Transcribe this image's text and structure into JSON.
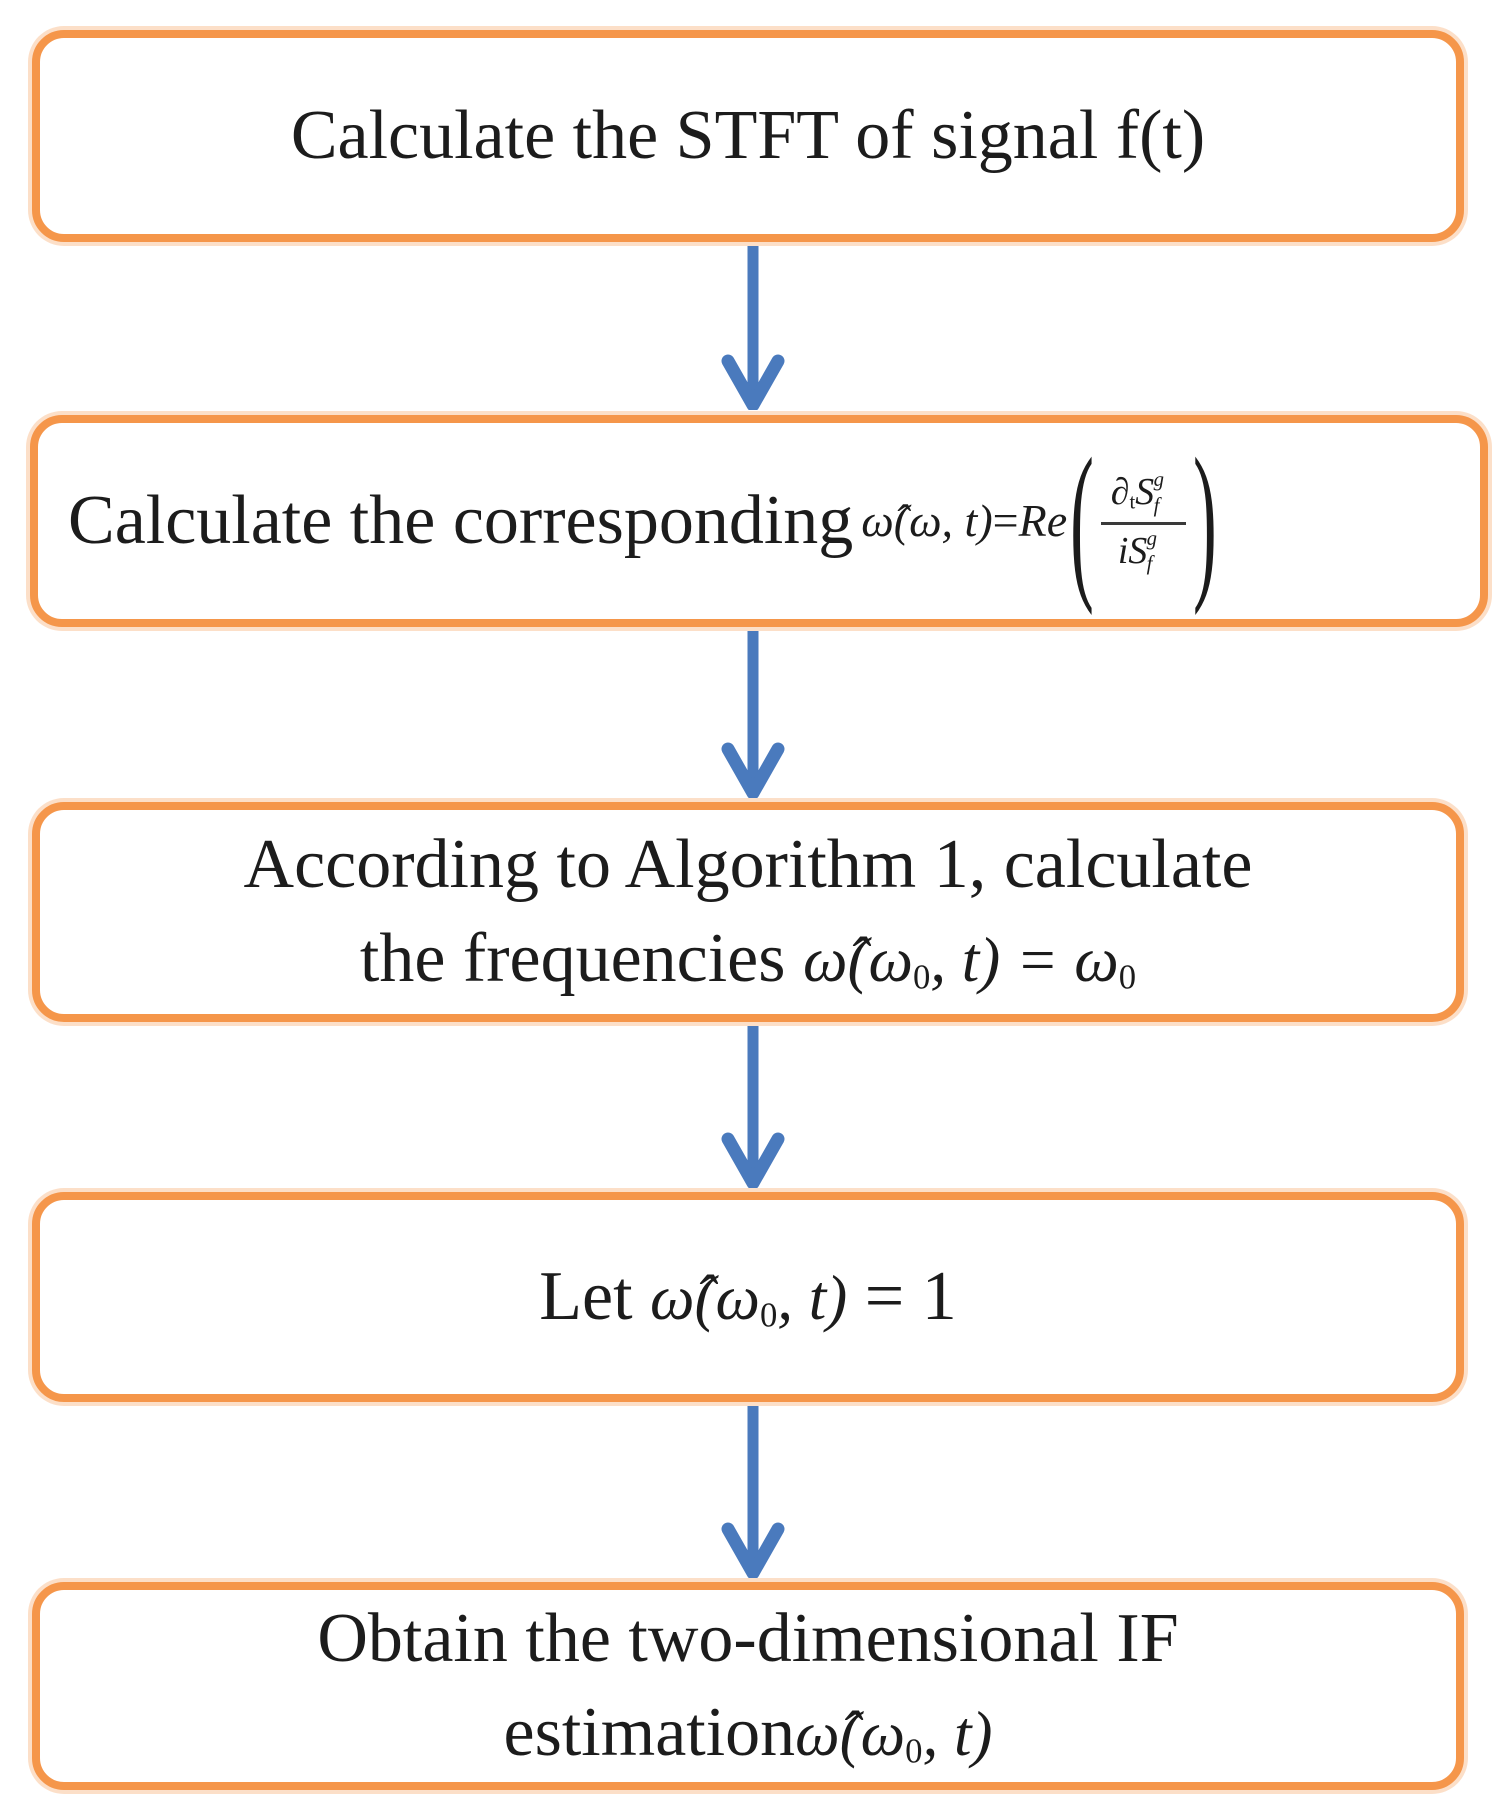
{
  "diagram": {
    "background": "#ffffff",
    "box_border_color": "#F5964A",
    "arrow_color": "#4A7ABD",
    "text_color": "#1c1c1c",
    "steps": {
      "step1": {
        "text": "Calculate the STFT of signal f(t)"
      },
      "step2": {
        "label": "Calculate the corresponding",
        "formula": {
          "lhs": "ω̂(ω, t)",
          "eq": " = ",
          "re": "Re",
          "open_paren": "(",
          "close_paren": ")",
          "num": {
            "partial": "∂",
            "partial_sub": "t",
            "base": "S",
            "sup": "g",
            "sub": "f"
          },
          "den": {
            "lead": "i",
            "base": "S",
            "sup": "g",
            "sub": "f"
          }
        }
      },
      "step3": {
        "line1": "According to Algorithm 1, calculate",
        "line2_label": "the frequencies ",
        "math": {
          "part1": "ω̂(ω",
          "sub1": "0",
          "part2": ", t) = ω",
          "sub2": "0"
        }
      },
      "step4": {
        "label": "Let ",
        "math": {
          "part1": "ω̂(ω",
          "sub1": "0",
          "part2": ", t)"
        },
        "tail": " = 1"
      },
      "step5": {
        "line1": "Obtain the two-dimensional IF",
        "line2_label": "estimation",
        "math": {
          "part1": "ω̂(ω",
          "sub1": "0",
          "part2": ", t)"
        }
      }
    }
  }
}
